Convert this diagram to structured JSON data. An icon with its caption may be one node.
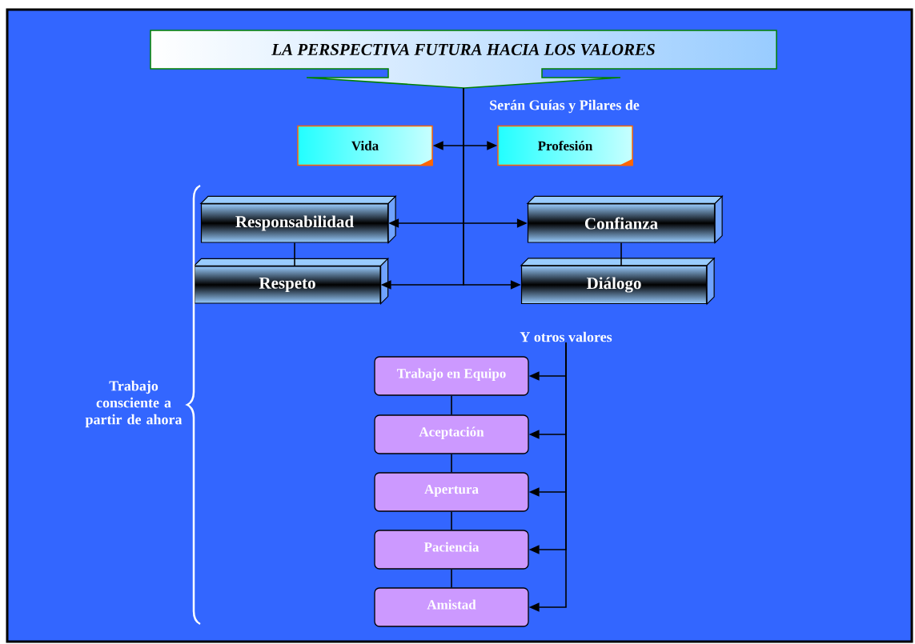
{
  "diagram": {
    "nodes": [
      {
        "text": [
          "LA PERSPECTIVA FUTURA HACIA LOS VALORES"
        ]
      },
      {
        "text": [
          "Vida"
        ]
      },
      {
        "text": [
          "Profesión"
        ]
      },
      {
        "text": [
          "Responsabilidad"
        ]
      },
      {
        "text": [
          "Confianza"
        ]
      },
      {
        "text": [
          "Respeto"
        ]
      },
      {
        "text": [
          "Diálogo"
        ]
      },
      {
        "text": [
          "Y otros valores"
        ]
      },
      {
        "text": [
          "Trabajo en Equipo"
        ]
      },
      {
        "text": [
          "Aceptación"
        ]
      },
      {
        "text": [
          "Apertura"
        ]
      },
      {
        "text": [
          "Paciencia"
        ]
      },
      {
        "text": [
          "Amistad"
        ]
      }
    ],
    "edges": [
      {
        "from": 0,
        "to": 1,
        "arrow": "to"
      },
      {
        "from": 0,
        "to": 2,
        "arrow": "to"
      },
      {
        "from": 0,
        "to": 3,
        "arrow": "to"
      },
      {
        "from": 0,
        "to": 4,
        "arrow": "to"
      },
      {
        "from": 0,
        "to": 5,
        "arrow": "to"
      },
      {
        "from": 0,
        "to": 6,
        "arrow": "to"
      },
      {
        "from": 3,
        "to": 5,
        "arrow": "none"
      },
      {
        "from": 4,
        "to": 6,
        "arrow": "none"
      },
      {
        "from": 7,
        "to": 8,
        "arrow": "to"
      },
      {
        "from": 7,
        "to": 9,
        "arrow": "to"
      },
      {
        "from": 7,
        "to": 10,
        "arrow": "to"
      },
      {
        "from": 7,
        "to": 11,
        "arrow": "to"
      },
      {
        "from": 7,
        "to": 12,
        "arrow": "to"
      },
      {
        "from": 8,
        "to": 9,
        "arrow": "none"
      },
      {
        "from": 9,
        "to": 10,
        "arrow": "none"
      },
      {
        "from": 10,
        "to": 11,
        "arrow": "none"
      },
      {
        "from": 11,
        "to": 12,
        "arrow": "none"
      }
    ],
    "labels": [
      "Serán Guías y Pilares de",
      "Trabajo consciente a partir de ahora"
    ]
  }
}
